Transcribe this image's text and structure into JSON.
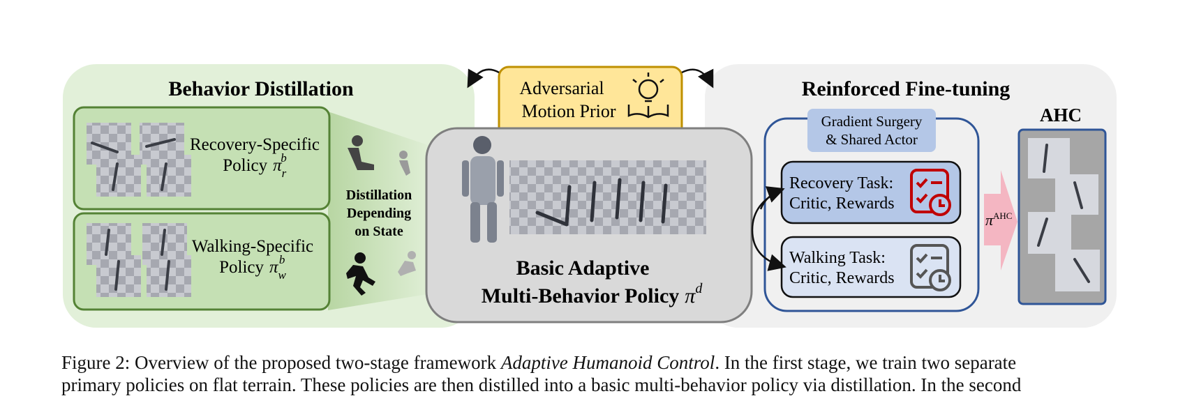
{
  "left_panel": {
    "title": "Behavior Distillation",
    "recovery_label_line1": "Recovery-Specific",
    "recovery_label_line2": "Policy",
    "recovery_symbol": "π",
    "recovery_sup": "b",
    "recovery_sub": "r",
    "walking_label_line1": "Walking-Specific",
    "walking_label_line2": "Policy",
    "walking_symbol": "π",
    "walking_sup": "b",
    "walking_sub": "w",
    "distill_line1": "Distillation",
    "distill_line2": "Depending",
    "distill_line3": "on State"
  },
  "amp": {
    "line1": "Adversarial",
    "line2": "Motion Prior"
  },
  "center": {
    "line1": "Basic Adaptive",
    "line2": "Multi-Behavior Policy",
    "symbol": "π",
    "sup": "d"
  },
  "right_panel": {
    "title": "Reinforced Fine-tuning",
    "gradient_line1": "Gradient Surgery",
    "gradient_line2": "& Shared Actor",
    "recovery_task_line1": "Recovery Task:",
    "recovery_task_line2": "Critic, Rewards",
    "walking_task_line1": "Walking Task:",
    "walking_task_line2": "Critic, Rewards",
    "arrow_symbol": "π",
    "arrow_sup": "AHC",
    "ahc_title": "AHC"
  },
  "caption": {
    "prefix": "Figure 2: Overview of the proposed two-stage framework ",
    "italic": "Adaptive Humanoid Control",
    "suffix": ". In the first stage, we train two separate",
    "line2": "primary policies on flat terrain. These policies are then distilled into a basic multi-behavior policy via distillation. In the second"
  },
  "colors": {
    "green_bg": "#e2f0d9",
    "green_box": "#c5e0b4",
    "green_border": "#548235",
    "gray_bg": "#f0f0f0",
    "center_fill": "#d9d9d9",
    "amp_fill": "#ffe699",
    "blue_border": "#2f5597",
    "blue_fill": "#b4c7e7",
    "light_blue": "#dae3f3",
    "red_icon": "#c00000",
    "arrow_pink": "#f4b6c2"
  }
}
